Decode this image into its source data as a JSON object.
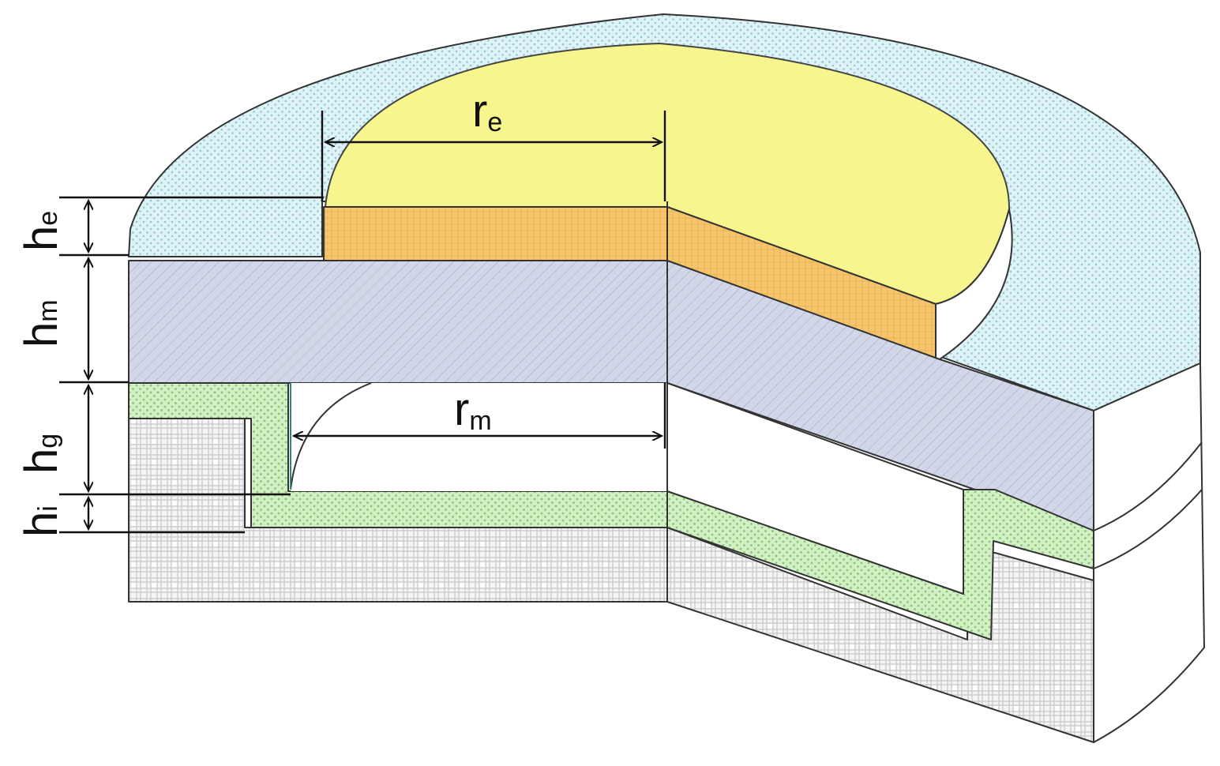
{
  "labels": {
    "r_e": {
      "main": "r",
      "sub": "e"
    },
    "r_m": {
      "main": "r",
      "sub": "m"
    },
    "h_e": {
      "main": "h",
      "sub": "e"
    },
    "h_m": {
      "main": "h",
      "sub": "m"
    },
    "h_g": {
      "main": "h",
      "sub": "g"
    },
    "h_i": {
      "main": "h",
      "sub": "i"
    }
  },
  "colors": {
    "electrode_top": "#f7f58a",
    "electrode_side": "#f5c46a",
    "membrane": "#cfd6e6",
    "spacer": "#cdebc0",
    "substrate": "#f2f2f2",
    "outer_ring": "#d9f0f4"
  }
}
